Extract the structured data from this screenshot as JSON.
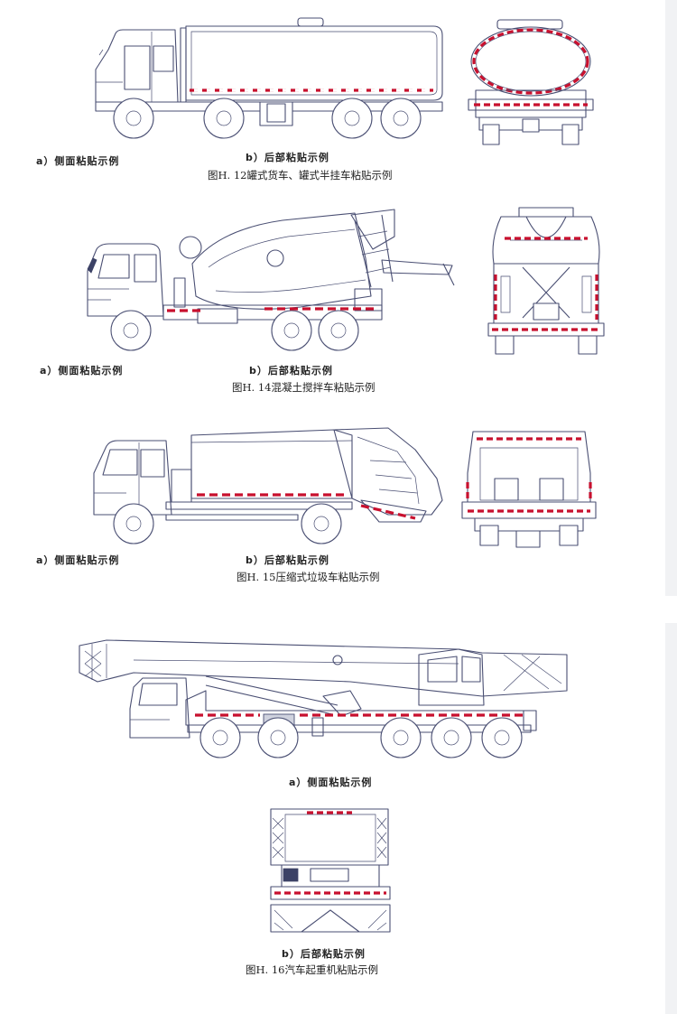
{
  "colors": {
    "line": "#4a4f73",
    "tape_red": "#c8102e",
    "tape_white": "#ffffff"
  },
  "figures": [
    {
      "id": "h12",
      "side_label": "a）侧面粘贴示例",
      "rear_label": "b）后部粘贴示例",
      "caption": "图H. 12罐式货车、罐式半挂车粘贴示例"
    },
    {
      "id": "h14",
      "side_label": "a）侧面粘贴示例",
      "rear_label": "b）后部粘贴示例",
      "caption": "图H. 14混凝土搅拌车粘贴示例"
    },
    {
      "id": "h15",
      "side_label": "a）侧面粘贴示例",
      "rear_label": "b）后部粘贴示例",
      "caption": "图H. 15压缩式垃圾车粘贴示例"
    },
    {
      "id": "h16",
      "side_label": "a）侧面粘贴示例",
      "rear_label": "b）后部粘贴示例",
      "caption": "图H. 16汽车起重机粘贴示例"
    }
  ]
}
